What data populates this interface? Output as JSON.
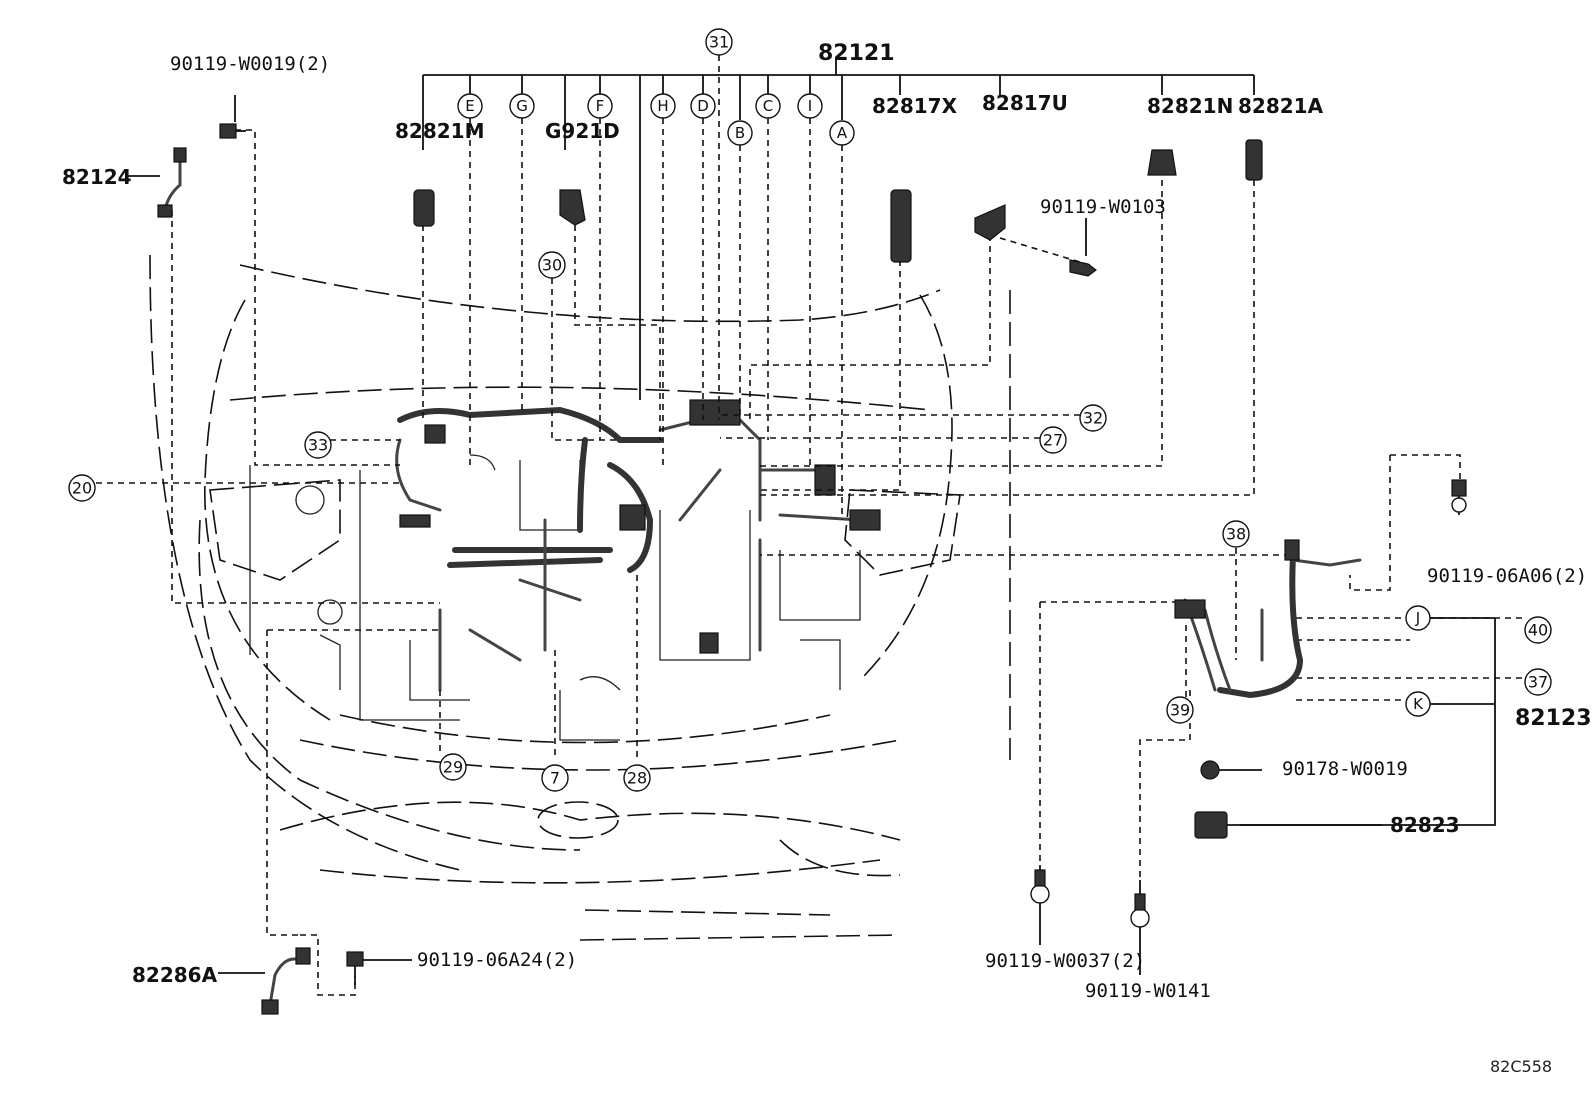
{
  "labels": {
    "main_harness": "82121",
    "sub_harness": "82123",
    "p82124": "82124",
    "p90119_w0019": "90119-W0019(2)",
    "p82821m": "82821M",
    "g921d": "G921D",
    "p82817x": "82817X",
    "p82817u": "82817U",
    "p82821n": "82821N",
    "p82821a": "82821A",
    "p90119_w0103": "90119-W0103",
    "p90119_06a06": "90119-06A06(2)",
    "p90178_w0019": "90178-W0019",
    "p82823": "82823",
    "p82286a": "82286A",
    "p90119_06a24": "90119-06A24(2)",
    "p90119_w0037": "90119-W0037(2)",
    "p90119_w0141": "90119-W0141",
    "ref_code": "82C558"
  },
  "letter_callouts": [
    "E",
    "G",
    "F",
    "H",
    "D",
    "B",
    "C",
    "I",
    "A",
    "J",
    "K"
  ],
  "number_callouts": [
    "31",
    "30",
    "33",
    "20",
    "32",
    "27",
    "38",
    "40",
    "37",
    "39",
    "29",
    "7",
    "28"
  ]
}
